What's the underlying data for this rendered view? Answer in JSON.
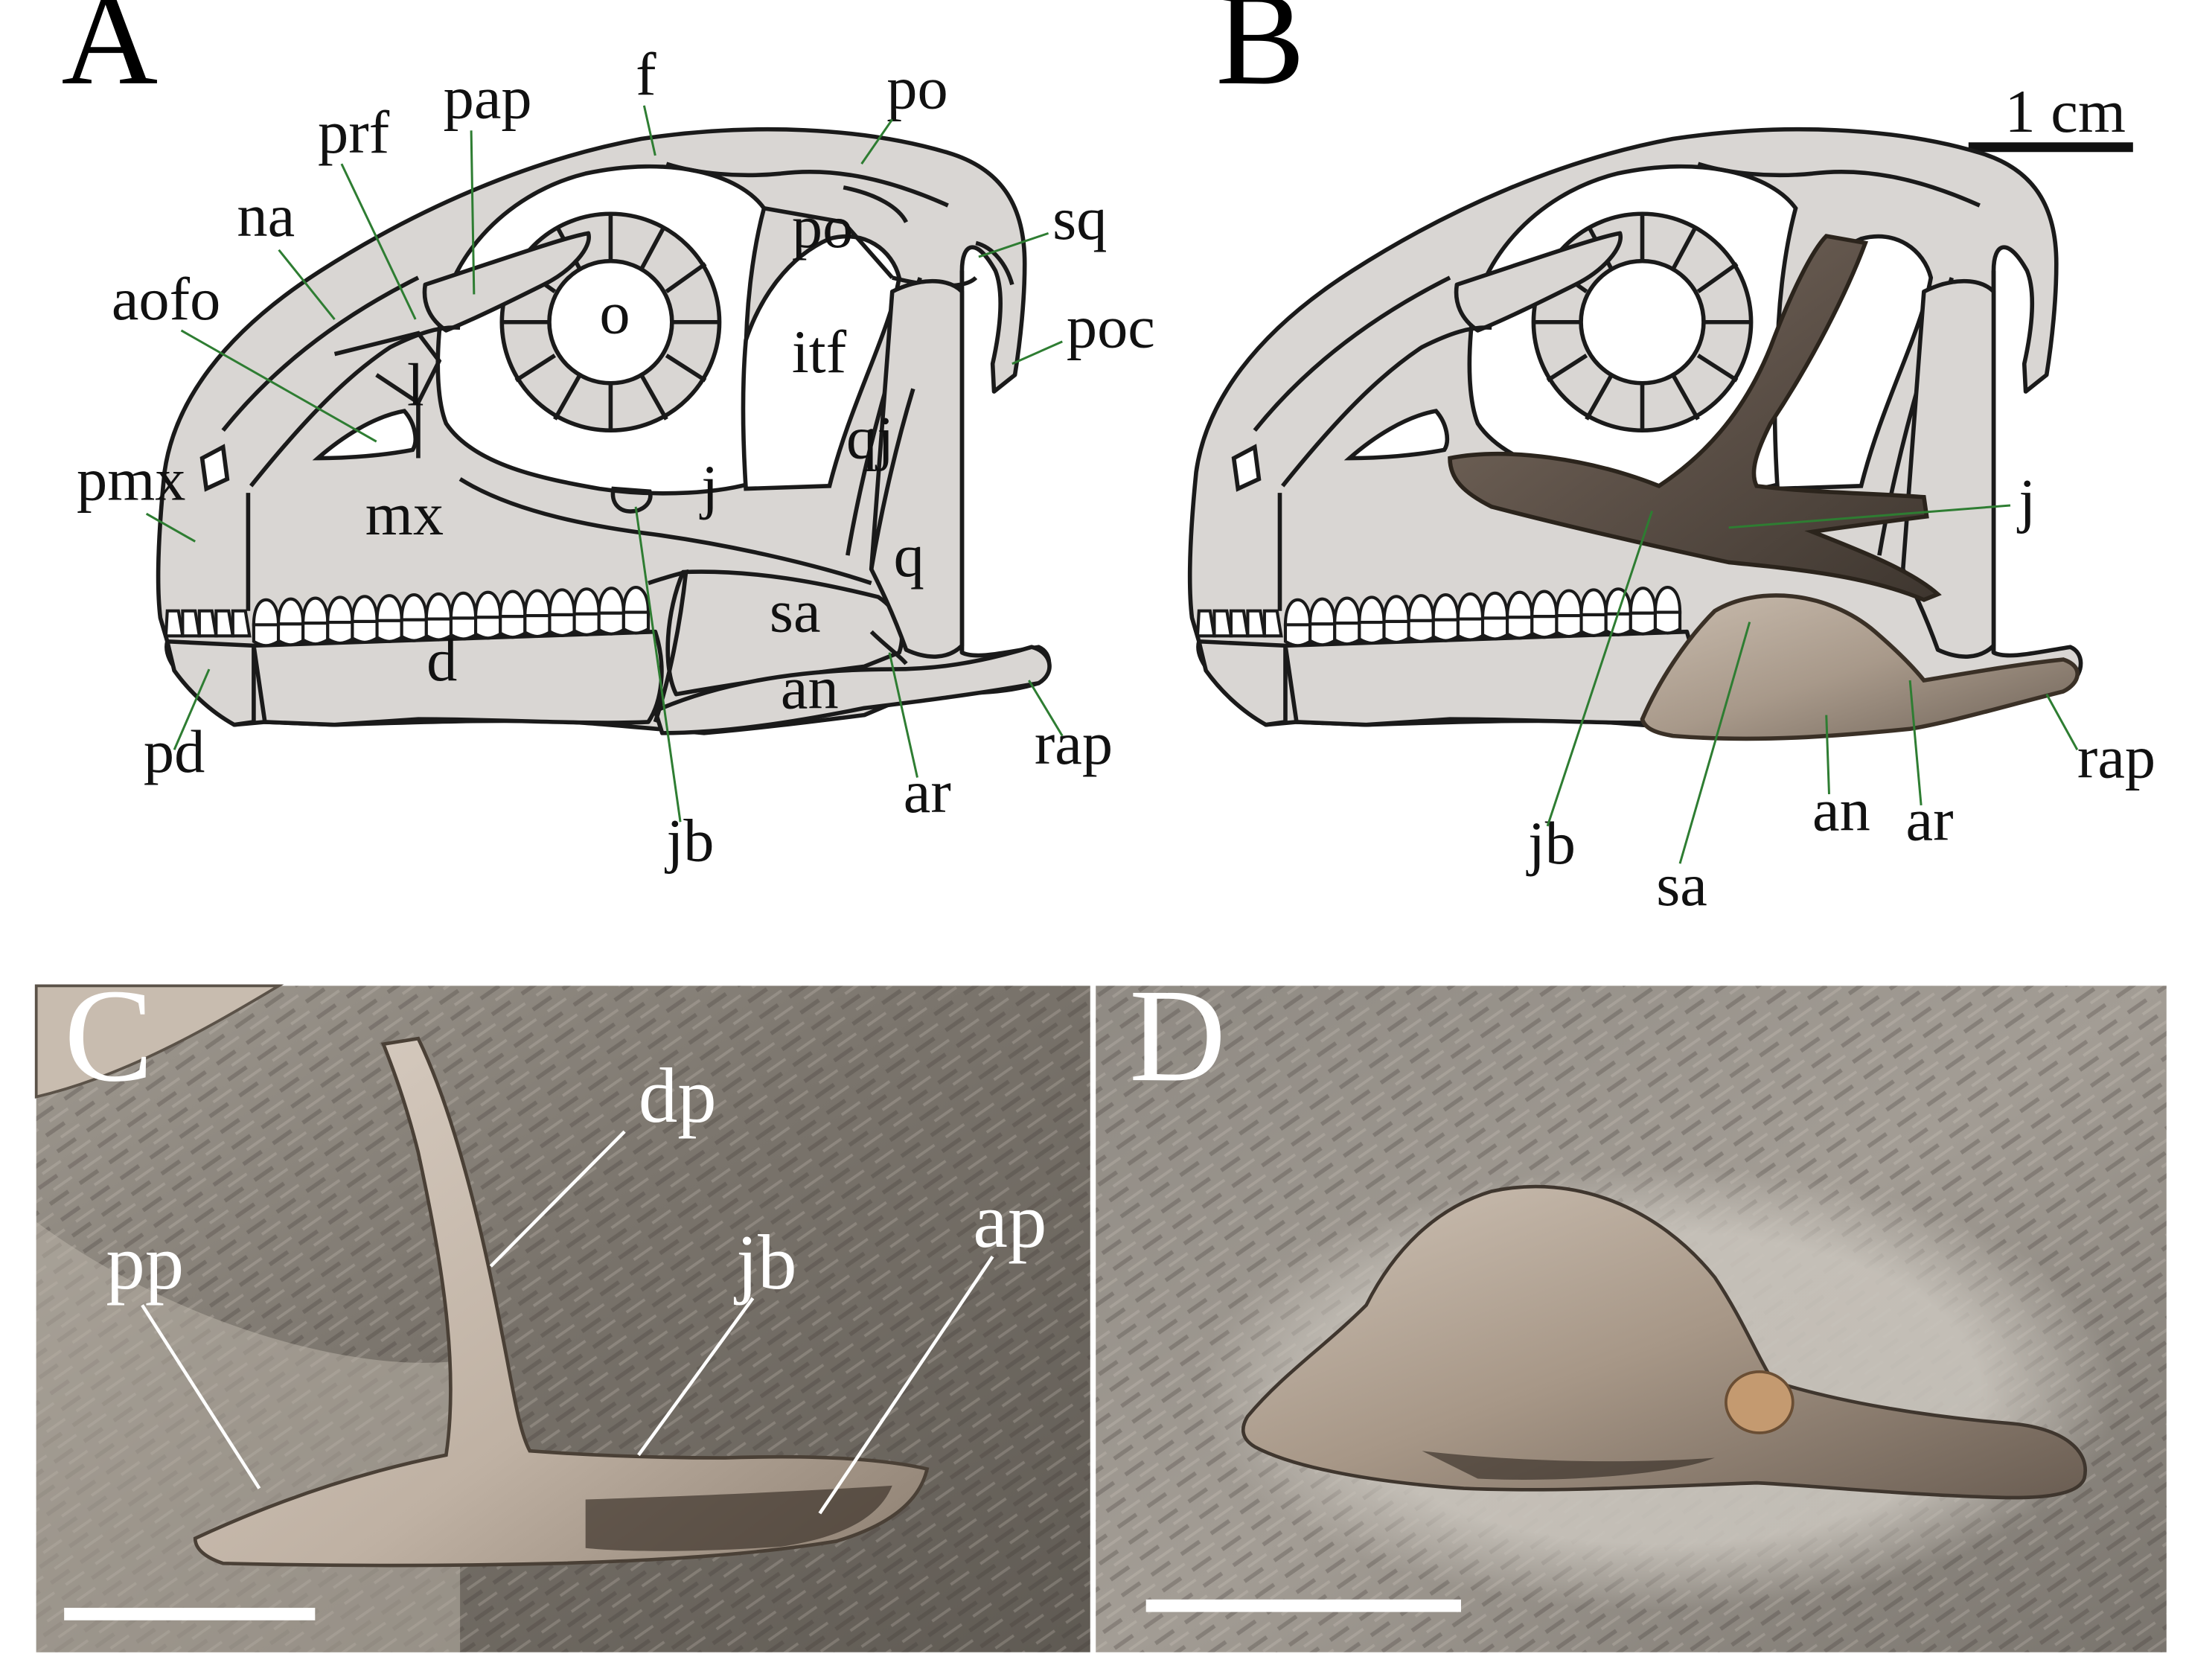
{
  "panels": {
    "A": {
      "letter": "A",
      "labels": {
        "f": "f",
        "po_top": "po",
        "pap": "pap",
        "prf": "prf",
        "na": "na",
        "sq": "sq",
        "po_mid": "po",
        "aofo": "aofo",
        "o": "o",
        "itf": "itf",
        "poc": "poc",
        "l": "l",
        "qj": "qj",
        "pmx": "pmx",
        "mx": "mx",
        "j": "j",
        "q": "q",
        "sa": "sa",
        "d": "d",
        "an": "an",
        "pd": "pd",
        "rap": "rap",
        "ar": "ar",
        "jb": "jb"
      }
    },
    "B": {
      "letter": "B",
      "scale_label": "1 cm",
      "labels": {
        "j": "j",
        "rap": "rap",
        "an": "an",
        "ar": "ar",
        "jb": "jb",
        "sa": "sa"
      }
    },
    "C": {
      "letter": "C",
      "labels": {
        "dp": "dp",
        "pp": "pp",
        "jb": "jb",
        "ap": "ap"
      }
    },
    "D": {
      "letter": "D"
    }
  },
  "colors": {
    "bone_fill": "#d9d6d3",
    "leader": "#2e7d32",
    "matrix": "#8a8580",
    "fossil": "#b7a898"
  }
}
